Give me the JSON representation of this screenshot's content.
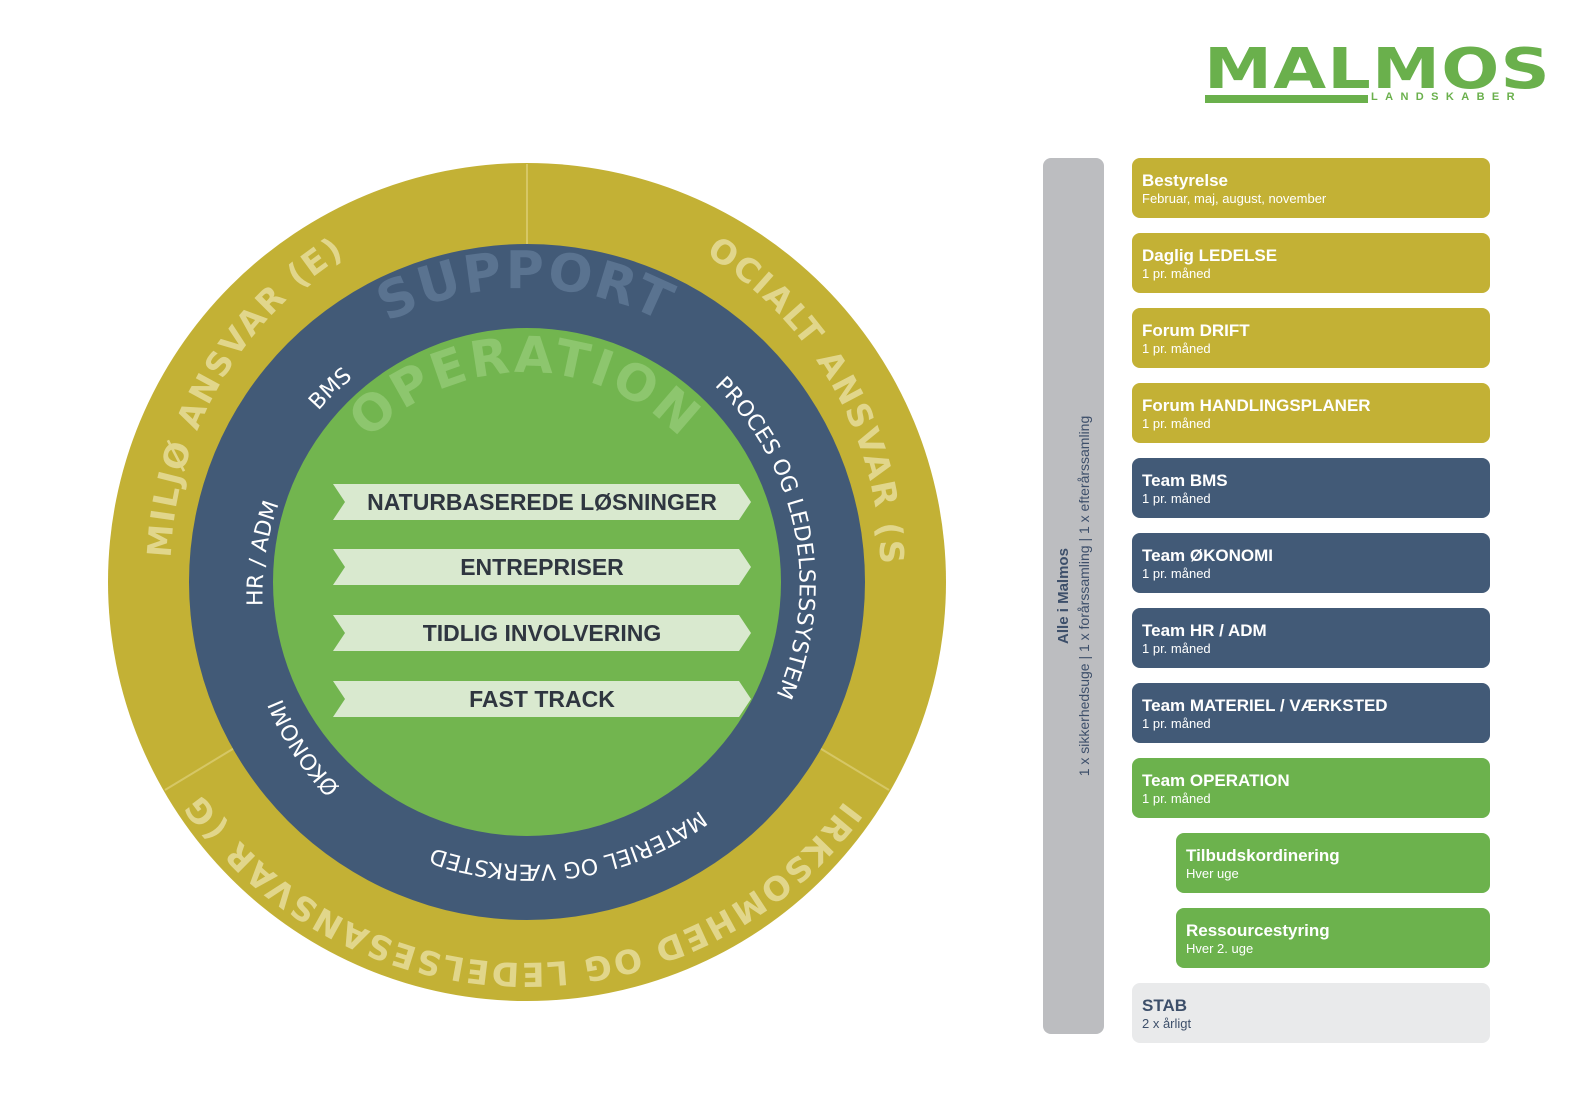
{
  "logo": {
    "name": "MALMOS",
    "tagline": "LANDSKABER"
  },
  "wheel": {
    "outer_labels": [
      "MILJØ ANSVAR (E)",
      "SOCIALT ANSVAR (S)",
      "VIRKSOMHED OG LEDELSESANSVAR (G)"
    ],
    "middle_title": "SUPPORT",
    "middle_labels": [
      "BMS",
      "PROCES OG LEDELSESSYSTEM",
      "HR / ADM",
      "ØKONOMI",
      "MATERIEL OG VÆRKSTED"
    ],
    "inner_title": "OPERATION",
    "services": [
      "NATURBASEREDE LØSNINGER",
      "ENTREPRISER",
      "TIDLIG INVOLVERING",
      "FAST TRACK"
    ]
  },
  "all_bar": {
    "title": "Alle i Malmos",
    "line_left": "1 x sikkerhedsuge  |  1 x forårssamling  |  1 x efterårssamling"
  },
  "meetings": [
    {
      "title": "Bestyrelse",
      "subtitle": "Februar, maj, august, november",
      "color": "olive"
    },
    {
      "title": "Daglig LEDELSE",
      "subtitle": "1 pr. måned",
      "color": "olive"
    },
    {
      "title": "Forum DRIFT",
      "subtitle": "1 pr. måned",
      "color": "olive"
    },
    {
      "title": "Forum HANDLINGSPLANER",
      "subtitle": "1 pr. måned",
      "color": "olive"
    },
    {
      "title": "Team BMS",
      "subtitle": "1 pr. måned",
      "color": "navy"
    },
    {
      "title": "Team ØKONOMI",
      "subtitle": "1 pr. måned",
      "color": "navy"
    },
    {
      "title": "Team HR / ADM",
      "subtitle": "1 pr. måned",
      "color": "navy"
    },
    {
      "title": "Team MATERIEL / VÆRKSTED",
      "subtitle": "1 pr. måned",
      "color": "navy"
    },
    {
      "title": "Team OPERATION",
      "subtitle": "1 pr. måned",
      "color": "green"
    },
    {
      "title": "Tilbudskordinering",
      "subtitle": "Hver uge",
      "color": "green"
    },
    {
      "title": "Ressourcestyring",
      "subtitle": "Hver 2. uge",
      "color": "green"
    },
    {
      "title": "STAB",
      "subtitle": "2 x årligt",
      "color": "grey"
    }
  ],
  "colors": {
    "olive": "#c3b135",
    "navy": "#425a77",
    "green": "#6cb24d",
    "grey": "#e9eaeb",
    "pale_green": "#d9e9cf",
    "dark_text": "#2f3640"
  }
}
